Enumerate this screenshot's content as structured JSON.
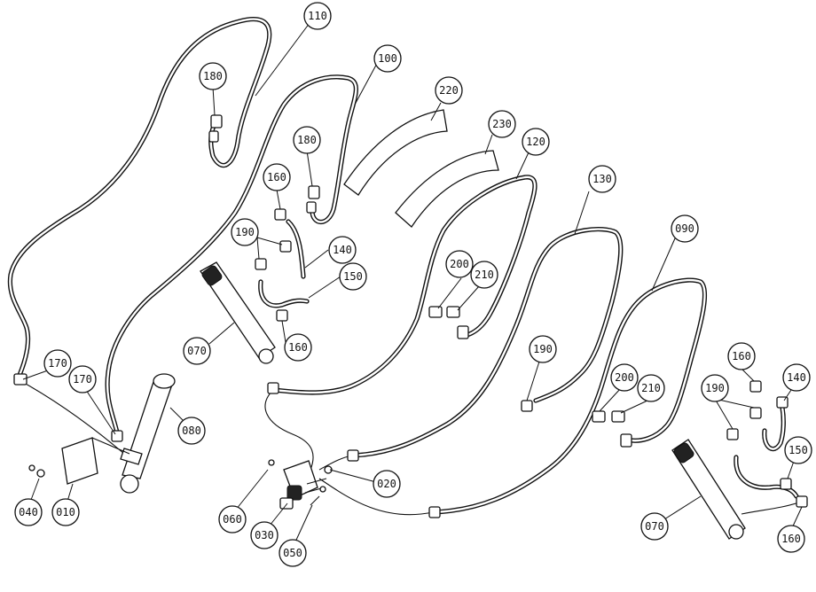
{
  "callouts": [
    {
      "id": "b110",
      "label": "110"
    },
    {
      "id": "b100",
      "label": "100"
    },
    {
      "id": "b220",
      "label": "220"
    },
    {
      "id": "b230",
      "label": "230"
    },
    {
      "id": "b120",
      "label": "120"
    },
    {
      "id": "b130",
      "label": "130"
    },
    {
      "id": "b090",
      "label": "090"
    },
    {
      "id": "b180a",
      "label": "180"
    },
    {
      "id": "b180b",
      "label": "180"
    },
    {
      "id": "b160a",
      "label": "160"
    },
    {
      "id": "b190a",
      "label": "190"
    },
    {
      "id": "b140a",
      "label": "140"
    },
    {
      "id": "b150a",
      "label": "150"
    },
    {
      "id": "b070a",
      "label": "070"
    },
    {
      "id": "b160b",
      "label": "160"
    },
    {
      "id": "b200a",
      "label": "200"
    },
    {
      "id": "b210a",
      "label": "210"
    },
    {
      "id": "b190b",
      "label": "190"
    },
    {
      "id": "b200b",
      "label": "200"
    },
    {
      "id": "b210b",
      "label": "210"
    },
    {
      "id": "b160c",
      "label": "160"
    },
    {
      "id": "b190c",
      "label": "190"
    },
    {
      "id": "b140b",
      "label": "140"
    },
    {
      "id": "b150b",
      "label": "150"
    },
    {
      "id": "b070b",
      "label": "070"
    },
    {
      "id": "b160d",
      "label": "160"
    },
    {
      "id": "b170a",
      "label": "170"
    },
    {
      "id": "b170b",
      "label": "170"
    },
    {
      "id": "b080",
      "label": "080"
    },
    {
      "id": "b040",
      "label": "040"
    },
    {
      "id": "b010",
      "label": "010"
    },
    {
      "id": "b020",
      "label": "020"
    },
    {
      "id": "b060",
      "label": "060"
    },
    {
      "id": "b030",
      "label": "030"
    },
    {
      "id": "b050",
      "label": "050"
    }
  ]
}
